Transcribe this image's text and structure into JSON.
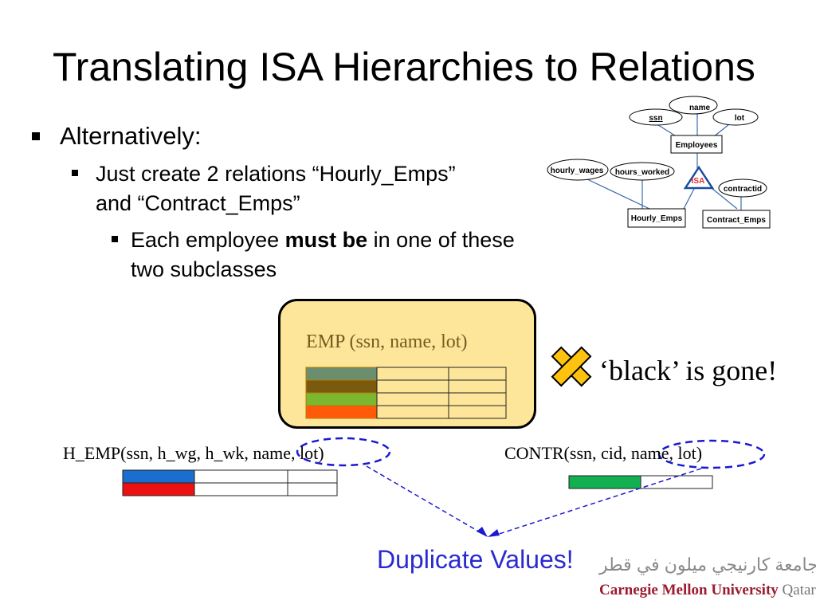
{
  "slide": {
    "title": "Translating ISA Hierarchies to Relations",
    "bullet1": "Alternatively:",
    "bullet2_line1": "Just create 2 relations “Hourly_Emps”",
    "bullet2_line2": "and “Contract_Emps”",
    "bullet3_pre": "Each employee ",
    "bullet3_bold": "must be",
    "bullet3_post": " in one of these",
    "bullet3_line2": "two subclasses"
  },
  "er_diagram": {
    "entity_employees": "Employees",
    "attr_ssn": "ssn",
    "attr_name": "name",
    "attr_lot": "lot",
    "attr_hourly_wages": "hourly_wages",
    "attr_hours_worked": "hours_worked",
    "isa": "ISA",
    "attr_contractid": "contractid",
    "entity_hourly": "Hourly_Emps",
    "entity_contract": "Contract_Emps"
  },
  "emp_table": {
    "label": "EMP (ssn, name, lot)",
    "row_colors": [
      "#6b8e6e",
      "#7a5a0e",
      "#7cb82f",
      "#ff5a0a"
    ]
  },
  "x_mark": {
    "color": "#ffc20e",
    "text": "‘black’ is gone!"
  },
  "h_emp": {
    "label": "H_EMP(ssn, h_wg, h_wk, name, lot)",
    "row_colors": [
      "#1a6fce",
      "#ee1111"
    ]
  },
  "contr": {
    "label": "CONTR(ssn,   cid, name, lot)",
    "row_colors": [
      "#12b050"
    ]
  },
  "duplicate": {
    "text": "Duplicate Values!",
    "color": "#2a2ad0"
  },
  "logo": {
    "arabic": "جامعة كارنيجي ميلون في قطر",
    "english": "Carnegie Mellon University",
    "qatar": "Qatar"
  }
}
